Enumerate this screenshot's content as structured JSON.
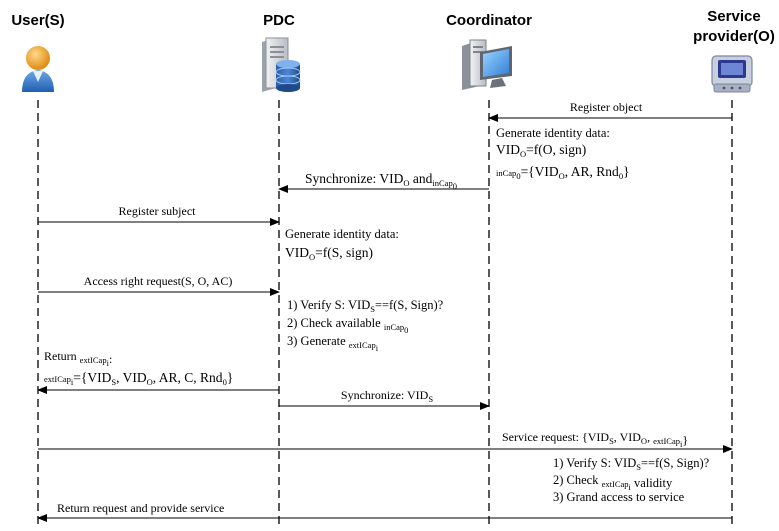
{
  "actors": [
    {
      "id": "user",
      "label_lines": [
        "User(S)"
      ],
      "icon": "user-icon"
    },
    {
      "id": "pdc",
      "label_lines": [
        "PDC"
      ],
      "icon": "server-database-icon"
    },
    {
      "id": "coordinator",
      "label_lines": [
        "Coordinator"
      ],
      "icon": "computer-icon"
    },
    {
      "id": "provider",
      "label_lines": [
        "Service",
        "provider(O)"
      ],
      "icon": "device-icon"
    }
  ],
  "messages": [
    {
      "from": "provider",
      "to": "coordinator",
      "label": "Register object"
    },
    {
      "from": "coordinator",
      "to": "pdc",
      "label": "Synchronize: VID_O and_inCap_0"
    },
    {
      "from": "user",
      "to": "pdc",
      "label": "Register subject"
    },
    {
      "from": "user",
      "to": "pdc",
      "label": "Access right request(S, O, AC)"
    },
    {
      "from": "pdc",
      "to": "user",
      "label": "Return _extICap_i:"
    },
    {
      "from": "pdc",
      "to": "coordinator",
      "label": "Synchronize: VID_S"
    },
    {
      "from": "user",
      "to": "provider",
      "label": "Service request: {VID_S, VID_O, _extICap_i}"
    },
    {
      "from": "provider",
      "to": "user",
      "label": "Return request and provide service"
    }
  ],
  "notes": {
    "coordinator_identity": [
      "Generate identity data:",
      "VID_O=f(O, sign)",
      "_inCap_0={VID_O, AR, Rnd_0}"
    ],
    "pdc_identity": [
      "Generate identity data:",
      "VID_O=f(S, sign)"
    ],
    "pdc_verify": [
      "1) Verify S: VID_S==f(S, Sign)?",
      "2) Check available _inCap_0",
      "3) Generate _extICap_i"
    ],
    "user_return_detail": "_extICap_i={VID_S, VID_O, AR, C, Rnd_0}",
    "provider_verify": [
      "1) Verify S: VID_S==f(S, Sign)?",
      "2) Check _extICap_i validity",
      "3) Grand access to service"
    ]
  }
}
